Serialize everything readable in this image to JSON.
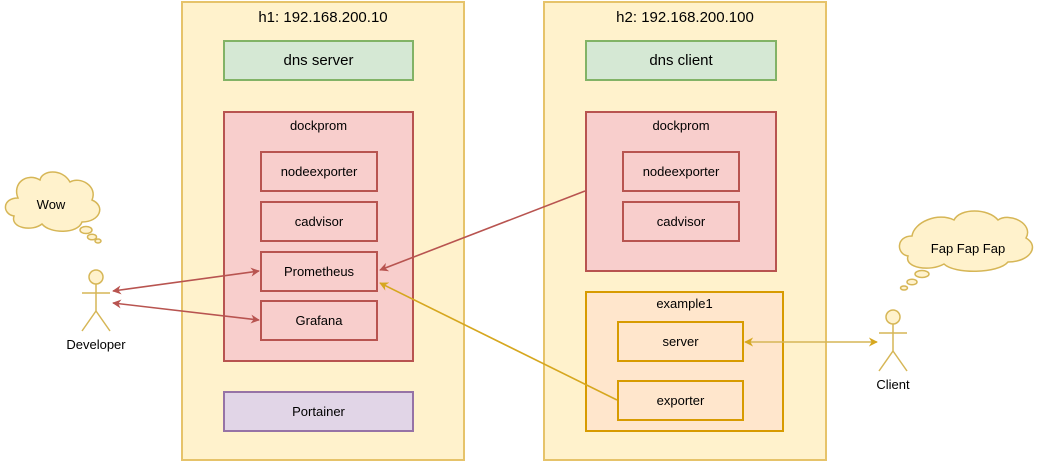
{
  "hosts": [
    {
      "title": "h1: 192.168.200.10"
    },
    {
      "title": "h2: 192.168.200.100"
    }
  ],
  "h1": {
    "dns": "dns server",
    "dockprom": {
      "label": "dockprom",
      "items": [
        "nodeexporter",
        "cadvisor",
        "Prometheus",
        "Grafana"
      ]
    },
    "portainer": "Portainer"
  },
  "h2": {
    "dns": "dns client",
    "dockprom": {
      "label": "dockprom",
      "items": [
        "nodeexporter",
        "cadvisor"
      ]
    },
    "example1": {
      "label": "example1",
      "items": [
        "server",
        "exporter"
      ]
    }
  },
  "actors": {
    "developer": {
      "label": "Developer",
      "thought": "Wow"
    },
    "client": {
      "label": "Client",
      "thought": "Fap Fap Fap"
    }
  },
  "colors": {
    "host_fill": "#fff2cc",
    "host_stroke": "#e6c36a",
    "red_edge": "#b85450",
    "orange_edge": "#d6a71f"
  }
}
